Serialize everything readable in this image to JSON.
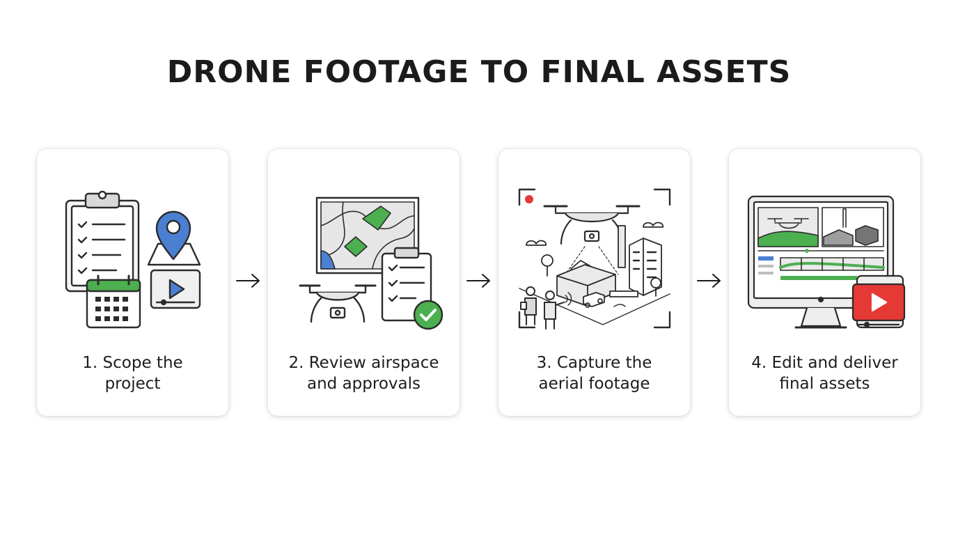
{
  "title": "DRONE FOOTAGE TO FINAL ASSETS",
  "steps": [
    {
      "line1": "1. Scope the",
      "line2": "project",
      "icons": [
        "clipboard-icon",
        "calendar-icon",
        "map-pin-icon",
        "video-player-icon"
      ]
    },
    {
      "line1": "2. Review airspace",
      "line2": "and approvals",
      "icons": [
        "map-icon",
        "drone-icon",
        "checklist-icon",
        "check-circle-icon"
      ]
    },
    {
      "line1": "3. Capture the",
      "line2": "aerial footage",
      "icons": [
        "viewfinder-icon",
        "drone-icon",
        "buildings-icon",
        "pilot-icon"
      ]
    },
    {
      "line1": "4. Edit and deliver",
      "line2": "final assets",
      "icons": [
        "monitor-icon",
        "editing-timeline-icon",
        "play-button-icon"
      ]
    }
  ],
  "colors": {
    "blue": "#4a7fd1",
    "green": "#4caf50",
    "red": "#e53935",
    "outline": "#2b2b2b",
    "fill": "#f2f2f2"
  }
}
